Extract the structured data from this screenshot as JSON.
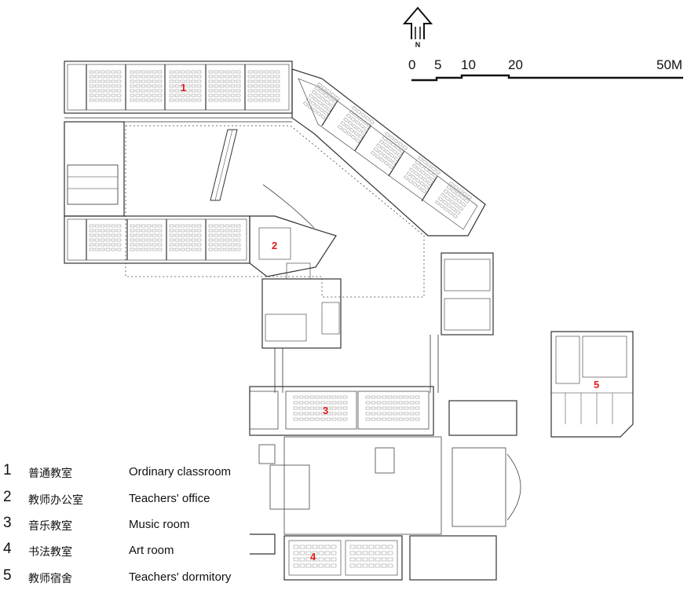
{
  "north_arrow": {
    "label": "N"
  },
  "scale_bar": {
    "ticks": [
      "0",
      "5",
      "10",
      "20",
      "50M"
    ]
  },
  "room_markers": [
    "1",
    "2",
    "3",
    "4",
    "5"
  ],
  "legend": [
    {
      "number": "1",
      "zh": "普通教室",
      "en": "Ordinary classroom"
    },
    {
      "number": "2",
      "zh": "教师办公室",
      "en": "Teachers'  office"
    },
    {
      "number": "3",
      "zh": "音乐教室",
      "en": "Music room"
    },
    {
      "number": "4",
      "zh": "书法教室",
      "en": "Art room"
    },
    {
      "number": "5",
      "zh": "教师宿舍",
      "en": "Teachers' dormitory"
    }
  ],
  "colors": {
    "line": "#333333",
    "furniture": "#8a8a8a",
    "marker": "#e01b1b"
  }
}
